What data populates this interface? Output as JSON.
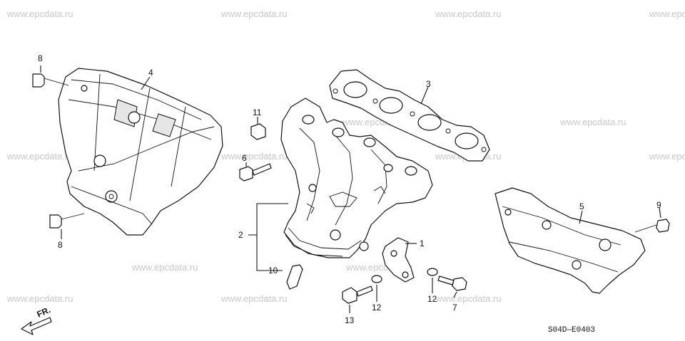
{
  "watermark": "www.epcdata.ru",
  "diagram_code": "S04D—E0403",
  "front_marker": "FR.",
  "callouts": {
    "c1": "1",
    "c2": "2",
    "c3": "3",
    "c4": "4",
    "c5": "5",
    "c6": "6",
    "c7": "7",
    "c8_top": "8",
    "c8_bottom": "8",
    "c9": "9",
    "c10": "10",
    "c11": "11",
    "c12_left": "12",
    "c12_right": "12",
    "c13": "13"
  }
}
